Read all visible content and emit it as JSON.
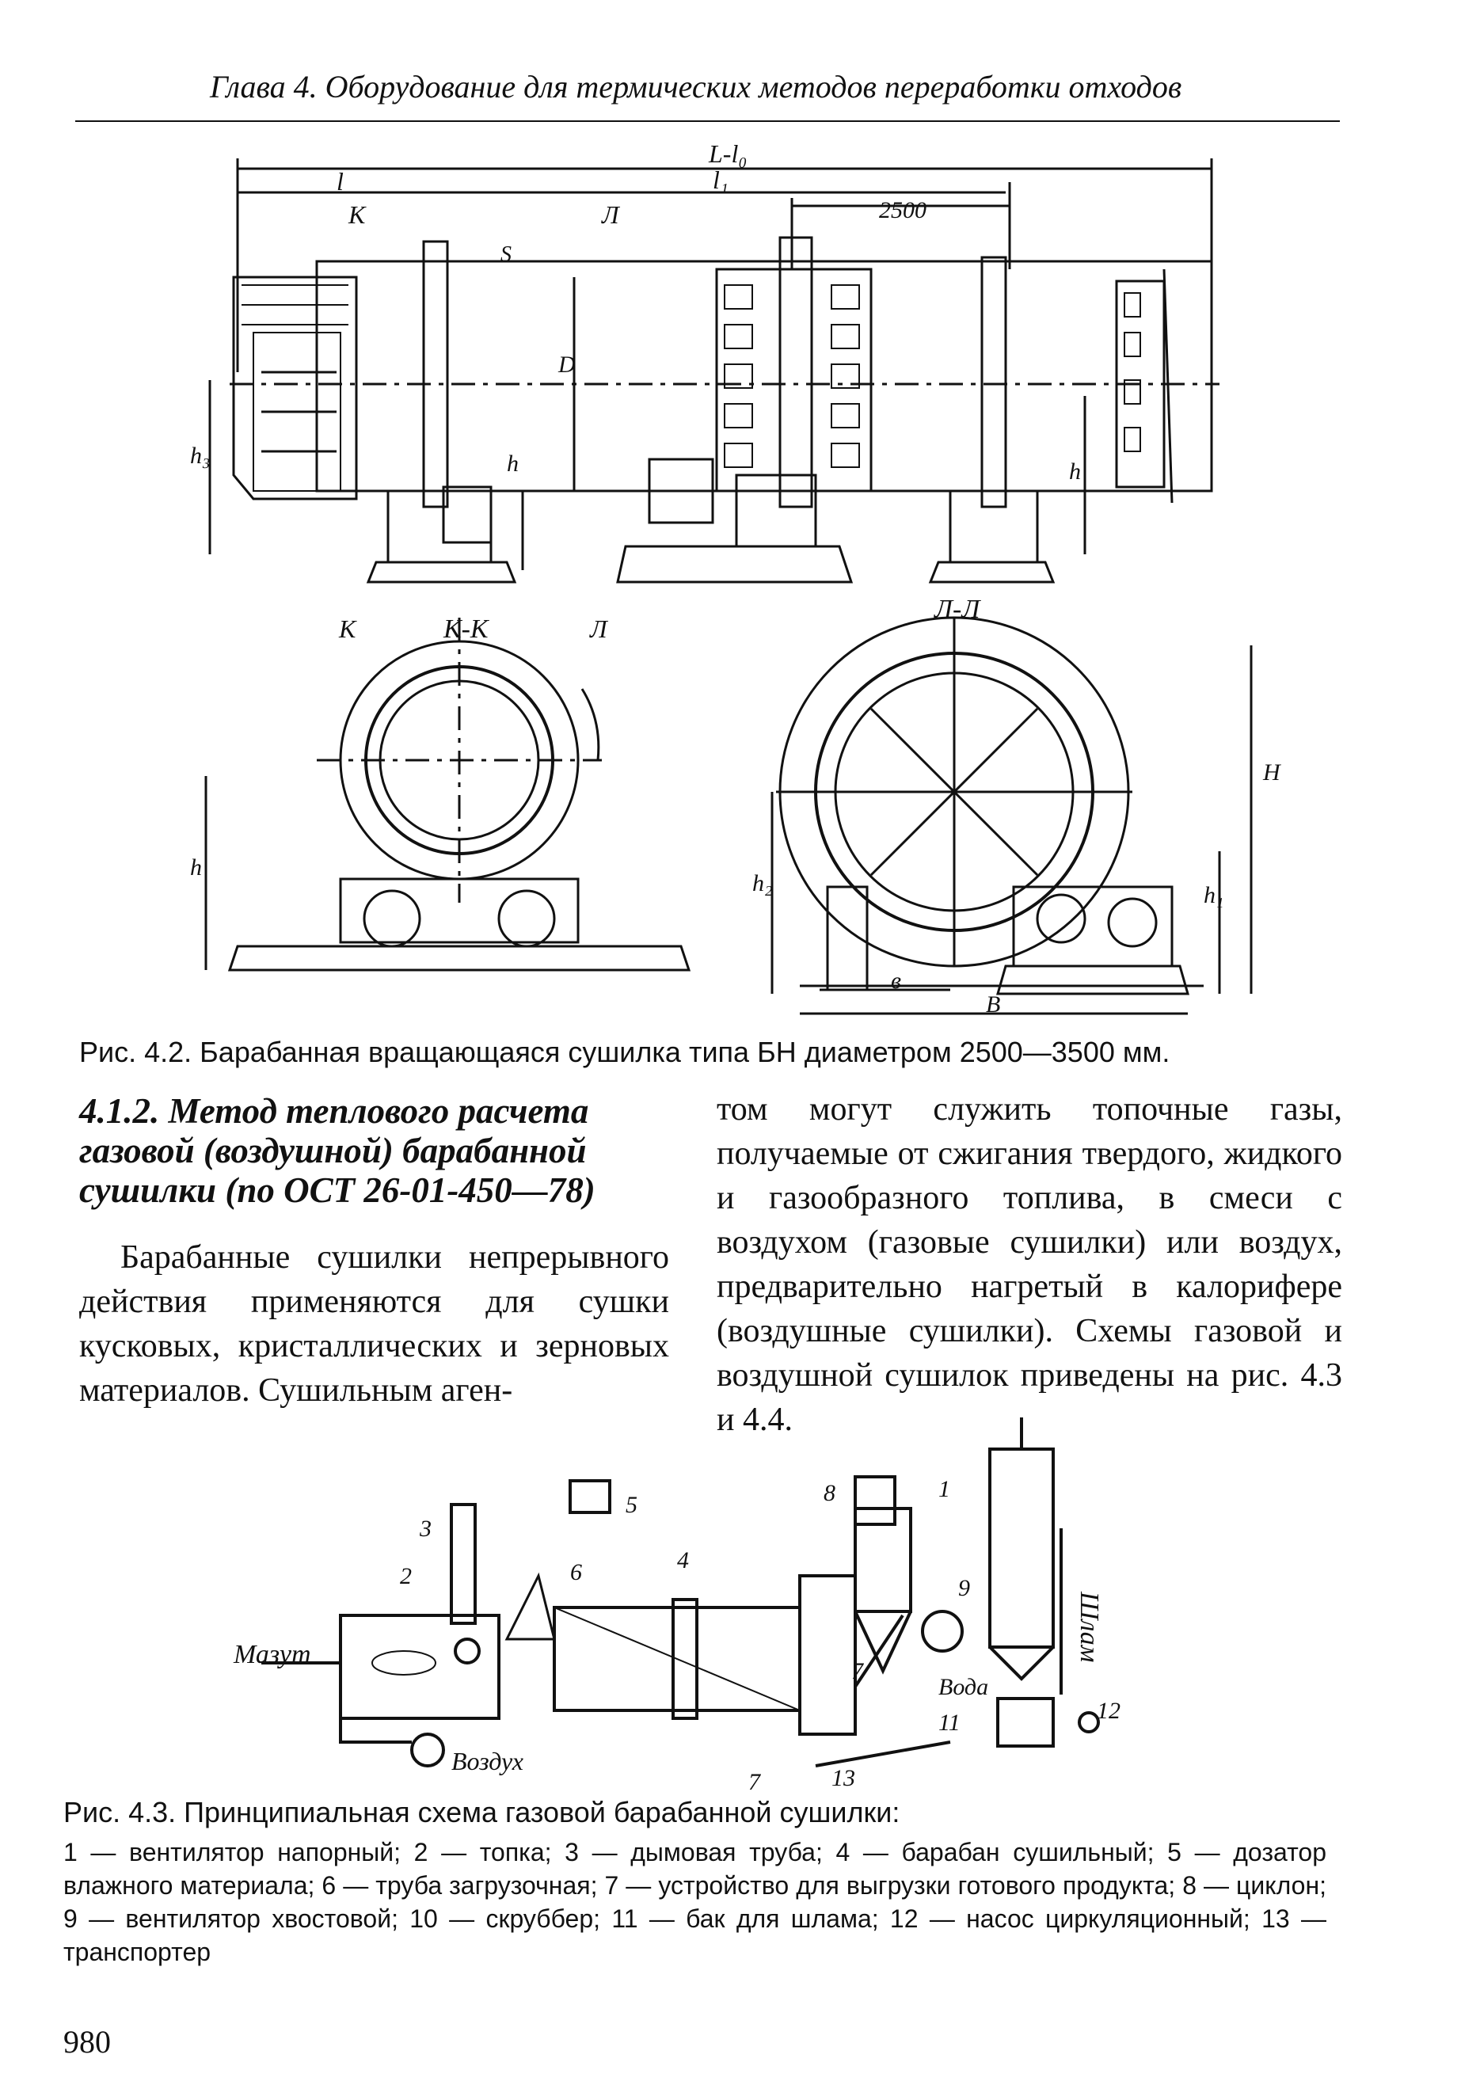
{
  "running_head": "Глава 4. Оборудование для термических методов переработки отходов",
  "figure1": {
    "caption": "Рис. 4.2. Барабанная вращающаяся сушилка типа БН диаметром 2500—3500 мм.",
    "labels": {
      "L_lo": "L-l₀",
      "l": "l",
      "l1": "l₁",
      "dim2500": "2500",
      "K": "К",
      "L": "Л",
      "S": "S",
      "D": "D",
      "h3": "h₃",
      "h": "h",
      "section_KK": "К-К",
      "section_LL": "Л-Л",
      "H": "H",
      "h1": "h₁",
      "h2": "h₂",
      "b": "в",
      "B": "В"
    }
  },
  "section": {
    "heading": "4.1.2. Метод теплового расчета газовой (воздушной) барабанной сушилки (по ОСТ 26-01-450—78)",
    "left_paragraph": "Барабанные сушилки непрерывного действия применяются для сушки кусковых, кристаллических и зерновых материалов. Сушильным аген-",
    "right_paragraph": "том могут служить топочные газы, получаемые от сжигания твердого, жидкого и газообразного топлива, в смеси с воздухом (газовые сушилки) или воздух, предварительно нагретый в калорифере (воздушные сушилки). Схемы газовой и воздушной сушилок приведены на рис. 4.3 и 4.4."
  },
  "figure2": {
    "caption": "Рис. 4.3. Принципиальная схема газовой барабанной сушилки:",
    "legend": "1 — вентилятор напорный; 2 — топка; 3 — дымовая труба; 4 — барабан сушильный; 5 — дозатор влажного материала; 6 — труба загрузочная; 7 — устройство для выгрузки готового продукта; 8 — циклон; 9 — вентилятор хвостовой; 10 — скруббер; 11 — бак для шлама; 12 — насос циркуляционный; 13 — транспортер",
    "labels": {
      "mazut": "Мазут",
      "vozduh": "Воздух",
      "voda": "Вода",
      "shlam": "Шлам",
      "n1": "1",
      "n2": "2",
      "n3": "3",
      "n4": "4",
      "n5": "5",
      "n6": "6",
      "n7a": "7",
      "n7b": "7",
      "n8": "8",
      "n9": "9",
      "n11": "11",
      "n12": "12",
      "n13": "13"
    }
  },
  "page_number": "980"
}
